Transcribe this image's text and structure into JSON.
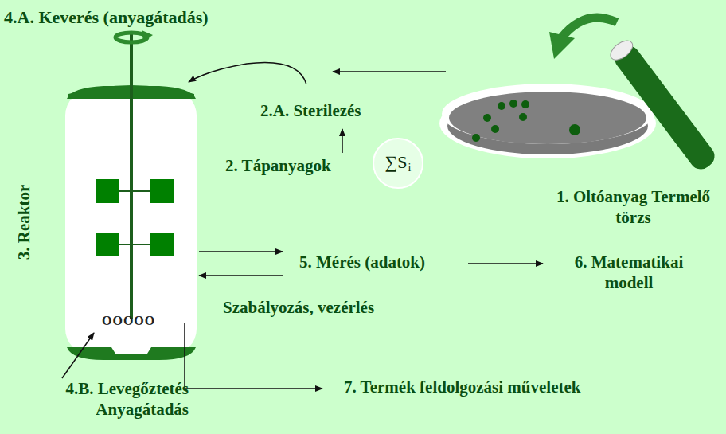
{
  "diagram": {
    "nodes": [
      {
        "text": [
          "3. Reaktor"
        ]
      },
      {
        "text": [
          "∑S",
          "i"
        ]
      }
    ],
    "labels": [
      "4.A. Keverés (anyagátadás)",
      "2.A. Sterilezés",
      "2. Tápanyagok",
      "1. Oltóanyag Termelő törzs",
      "5. Mérés (adatok)",
      "Szabályozás, vezérlés",
      "6. Matematikai modell",
      "4.B. Levegőztetés Anyagátadás",
      "7. Termék feldolgozási műveletek",
      "OOOOO"
    ]
  }
}
